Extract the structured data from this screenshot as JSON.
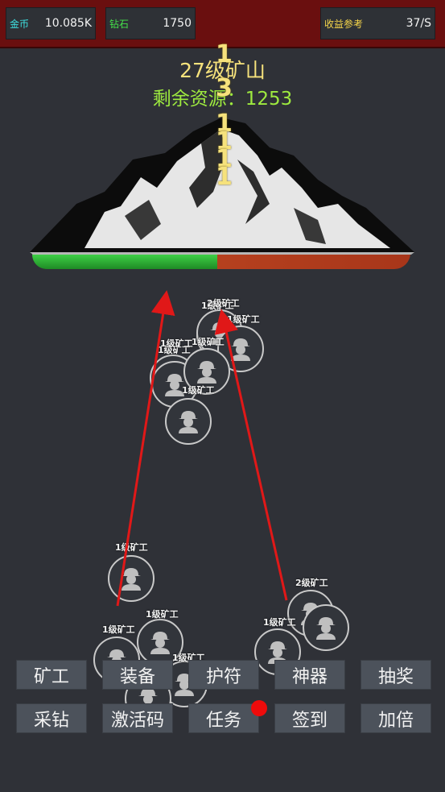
{
  "stats": {
    "gold_label": "金币",
    "gold_value": "10.085K",
    "diamond_label": "钻石",
    "diamond_value": "1750",
    "income_label": "收益参考",
    "income_value": "37/S"
  },
  "mine": {
    "title": "27级矿山",
    "remaining_label": "剩余资源：",
    "remaining_value": "1253",
    "progress_fraction": 0.49
  },
  "floating_numbers": [
    "1",
    "3",
    "1",
    "1",
    "1",
    "1"
  ],
  "miners": [
    {
      "label": "1级矿工"
    },
    {
      "label": "2级矿工"
    },
    {
      "label": "1级矿工"
    },
    {
      "label": "1级矿工"
    },
    {
      "label": "1级矿工"
    },
    {
      "label": "1级矿工"
    },
    {
      "label": "1级矿工"
    },
    {
      "label": "1级矿工"
    },
    {
      "label": "1级矿工"
    },
    {
      "label": "1级矿工"
    },
    {
      "label": "1级矿工"
    },
    {
      "label": "2级矿工"
    },
    {
      "label": "1级矿工"
    }
  ],
  "buttons": {
    "row1": [
      "矿工",
      "装备",
      "护符",
      "神器",
      "抽奖"
    ],
    "row2": [
      "采钻",
      "激活码",
      "任务",
      "签到",
      "加倍"
    ]
  },
  "colors": {
    "topbar": "#6a0f0f",
    "progress_green": "#3ed046",
    "progress_red": "#c24a22",
    "arrow": "#e01818",
    "notification_dot": "#ee0b0b"
  }
}
